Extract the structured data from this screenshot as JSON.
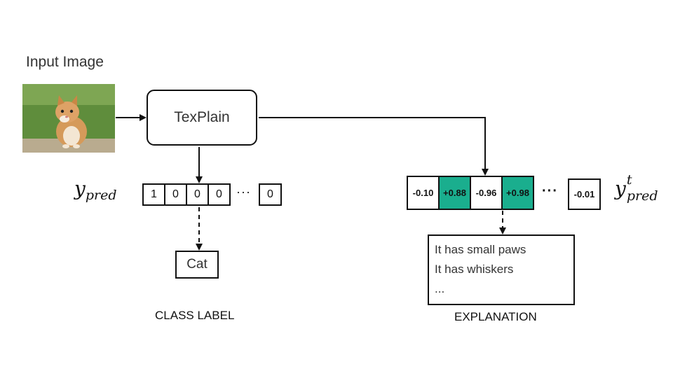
{
  "input": {
    "title": "Input Image"
  },
  "model": {
    "name": "TexPlain"
  },
  "class_branch": {
    "label_base": "y",
    "label_sub": "pred",
    "onehot": [
      "1",
      "0",
      "0",
      "0"
    ],
    "ellipsis": "···",
    "last_value": "0",
    "class_name": "Cat",
    "caption": "CLASS LABEL"
  },
  "explanation_branch": {
    "label_base": "y",
    "label_sup": "t",
    "label_sub": "pred",
    "scores": [
      {
        "value": "-0.10",
        "highlight": false
      },
      {
        "value": "+0.88",
        "highlight": true
      },
      {
        "value": "-0.96",
        "highlight": false
      },
      {
        "value": "+0.98",
        "highlight": true
      }
    ],
    "ellipsis": "···",
    "last_value": "-0.01",
    "highlight_color": "#1aae8e",
    "sentences": [
      "It has small paws",
      "It has whiskers",
      "..."
    ],
    "caption": "EXPLANATION"
  }
}
